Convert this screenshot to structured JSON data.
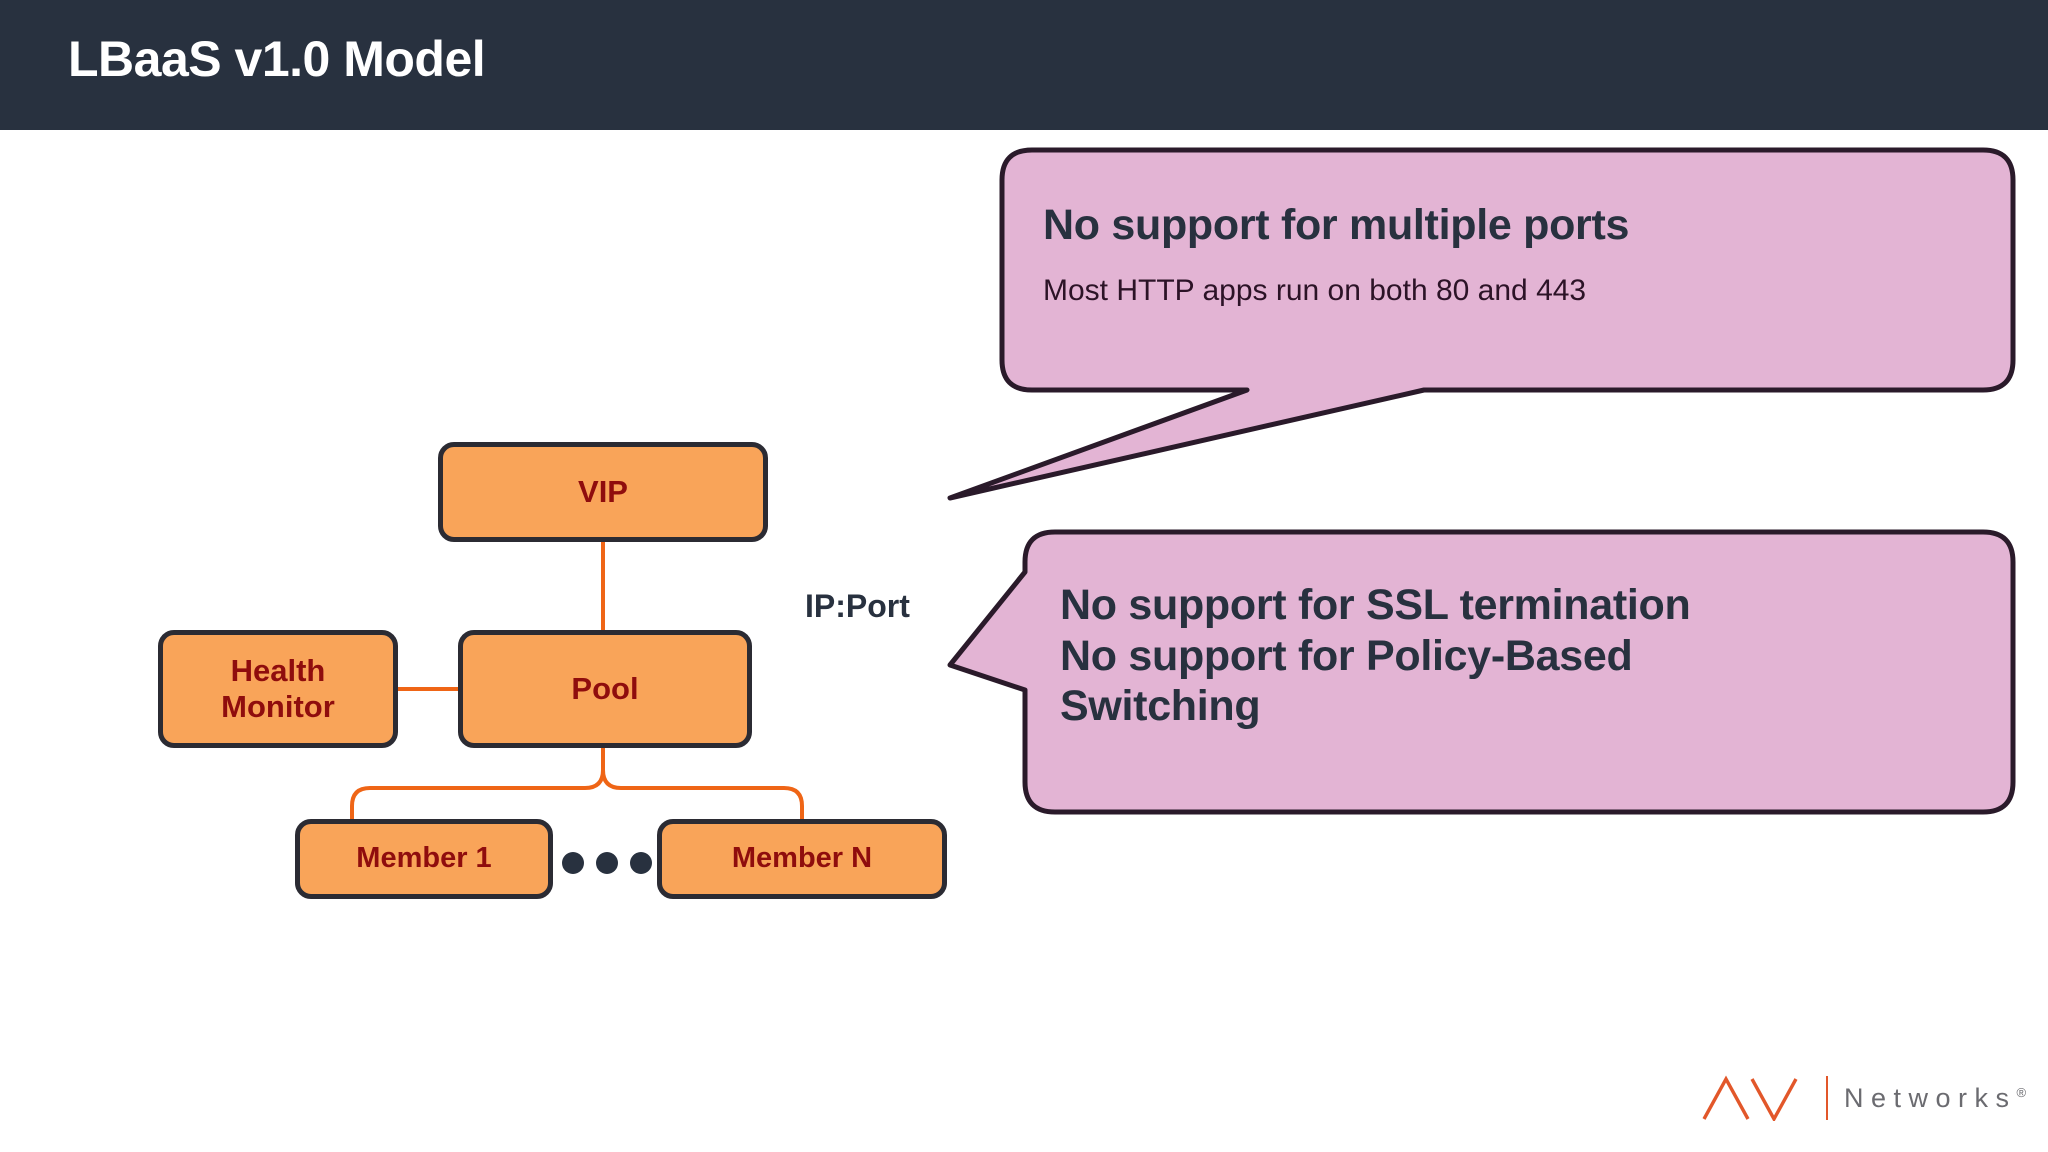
{
  "slide": {
    "title": "LBaaS v1.0 Model",
    "header_bg": "#28313f",
    "background": "#ffffff"
  },
  "diagram": {
    "type": "node-graph",
    "node_fill": "#f9a459",
    "node_border": "#2b2b33",
    "node_text_color": "#8f0d0d",
    "connector_color": "#ef6516",
    "nodes": [
      {
        "id": "vip",
        "label": "VIP"
      },
      {
        "id": "pool",
        "label": "Pool"
      },
      {
        "id": "health-monitor",
        "label_line1": "Health",
        "label_line2": "Monitor"
      },
      {
        "id": "member-1",
        "label": "Member 1"
      },
      {
        "id": "member-n",
        "label": "Member N"
      }
    ],
    "ellipsis_dot_count": 3,
    "edges": [
      {
        "from": "vip",
        "to": "pool"
      },
      {
        "from": "health-monitor",
        "to": "pool"
      },
      {
        "from": "pool",
        "to": "member-1"
      },
      {
        "from": "pool",
        "to": "member-n"
      }
    ],
    "annotation": {
      "ip_port_label": "IP:Port"
    }
  },
  "callouts": [
    {
      "id": "multiple-ports",
      "heading": "No support for multiple ports",
      "sub": "Most HTTP apps run on both 80 and 443",
      "fill": "#e3b4d4",
      "border": "#2a1a2a",
      "tail": "bottom-left"
    },
    {
      "id": "ssl-pbs",
      "heading_line1": "No support for SSL termination",
      "heading_line2": "No support for Policy-Based",
      "heading_line3": "Switching",
      "sub": "",
      "fill": "#e3b4d4",
      "border": "#2a1a2a",
      "tail": "left"
    }
  ],
  "logo": {
    "mark": "AVI",
    "wordmark": "Networks",
    "registered": "®",
    "mark_color": "#e2572a",
    "wordmark_color": "#6b6b70"
  }
}
